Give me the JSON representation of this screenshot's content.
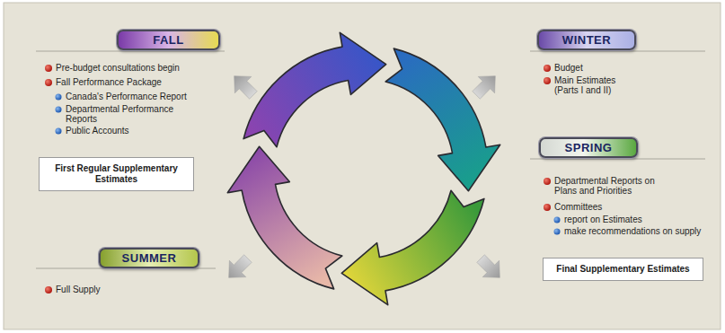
{
  "diagram": {
    "nodes": [
      {
        "text": [
          "FALL"
        ]
      },
      {
        "text": [
          "WINTER"
        ]
      },
      {
        "text": [
          "SPRING"
        ]
      },
      {
        "text": [
          "First Regular Supplementary Estimates"
        ]
      },
      {
        "text": [
          "SUMMER"
        ]
      },
      {
        "text": [
          "Final Supplementary Estimates"
        ]
      }
    ],
    "labels": [
      "Pre-budget consultations begin",
      "Fall Performance Package",
      "Canada's Performance Report",
      "Departmental Performance Reports",
      "Public Accounts",
      "Budget",
      "Main Estimates (Parts I and II)",
      "Departmental Reports on Plans and Priorities",
      "Committees",
      "report on Estimates",
      "make recommendations on supply",
      "Full Supply"
    ]
  }
}
